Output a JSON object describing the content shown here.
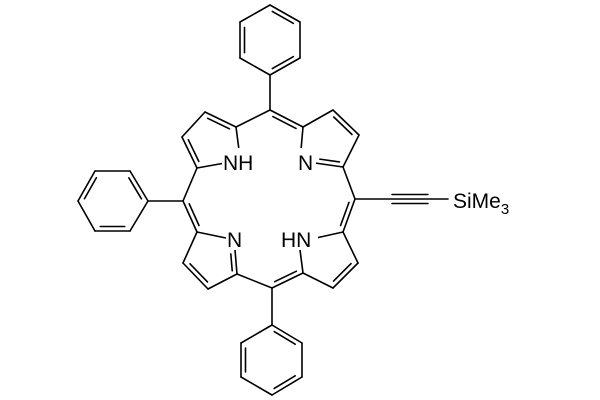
{
  "molecule": {
    "atom_labels": {
      "nh_top": "NH",
      "n_top": "N",
      "n_bottom": "N",
      "hn_bottom": "HN",
      "silyl_main": "SiMe",
      "silyl_subscript": "3"
    }
  }
}
